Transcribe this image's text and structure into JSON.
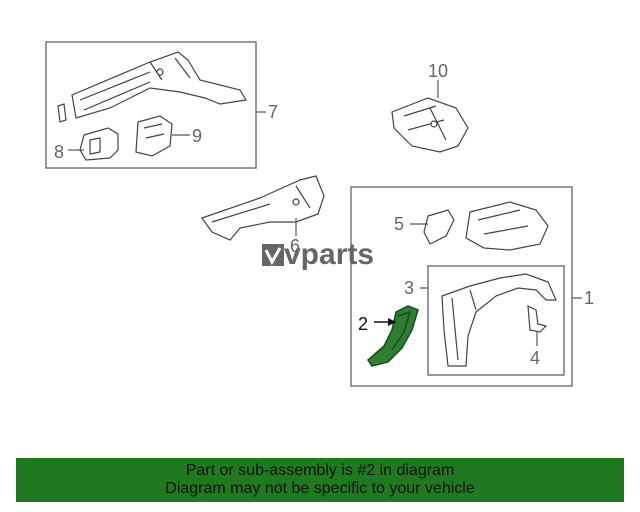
{
  "callouts": {
    "c1": "1",
    "c2": "2",
    "c3": "3",
    "c4": "4",
    "c5": "5",
    "c6": "6",
    "c7": "7",
    "c8": "8",
    "c9": "9",
    "c10": "10"
  },
  "watermark": {
    "brand": "vparts"
  },
  "banner": {
    "line1": "Part or sub-assembly is #2 in diagram",
    "line2": "Diagram may not be specific to your vehicle"
  },
  "colors": {
    "highlight": "#2e7d32",
    "banner": "#1f7a1f",
    "line": "#555555"
  }
}
